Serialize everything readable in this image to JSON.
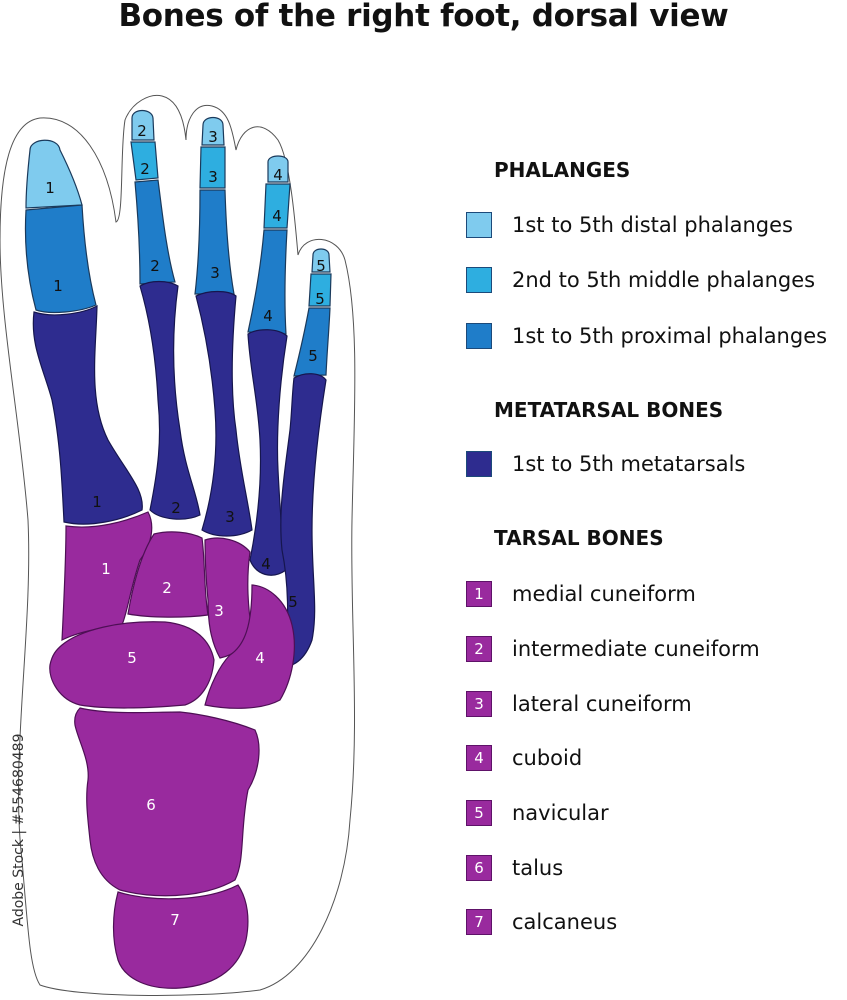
{
  "title": "Bones of the right foot, dorsal view",
  "colors": {
    "distal": "#7fcbee",
    "middle": "#2eaee0",
    "proximal": "#1f7dc9",
    "metatarsal": "#2e2c8f",
    "tarsal": "#992a9e",
    "outline": "#555555"
  },
  "legend": {
    "phalanges": {
      "heading": "PHALANGES",
      "items": [
        {
          "label": "1st to 5th distal phalanges",
          "color": "#7fcbee"
        },
        {
          "label": "2nd to 5th middle phalanges",
          "color": "#2eaee0"
        },
        {
          "label": "1st to 5th proximal phalanges",
          "color": "#1f7dc9"
        }
      ]
    },
    "metatarsals": {
      "heading": "METATARSAL BONES",
      "items": [
        {
          "label": "1st to 5th metatarsals",
          "color": "#2e2c8f"
        }
      ]
    },
    "tarsals": {
      "heading": "TARSAL BONES",
      "items": [
        {
          "num": "1",
          "label": "medial cuneiform"
        },
        {
          "num": "2",
          "label": "intermediate cuneiform"
        },
        {
          "num": "3",
          "label": "lateral cuneiform"
        },
        {
          "num": "4",
          "label": "cuboid"
        },
        {
          "num": "5",
          "label": "navicular"
        },
        {
          "num": "6",
          "label": "talus"
        },
        {
          "num": "7",
          "label": "calcaneus"
        }
      ]
    }
  },
  "diagram": {
    "distal": [
      "1",
      "2",
      "3",
      "4",
      "5"
    ],
    "middle": [
      "2",
      "3",
      "4",
      "5"
    ],
    "proximal": [
      "1",
      "2",
      "3",
      "4",
      "5"
    ],
    "metatarsals": [
      "1",
      "2",
      "3",
      "4",
      "5"
    ],
    "tarsals": [
      "1",
      "2",
      "3",
      "4",
      "5",
      "6",
      "7"
    ]
  },
  "watermark": "Adobe Stock | #554680489"
}
